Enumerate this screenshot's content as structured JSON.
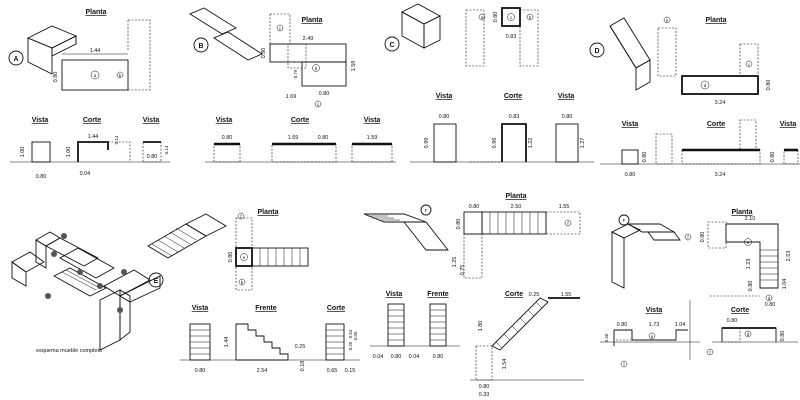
{
  "headings": {
    "planta": "Planta",
    "vista": "Vista",
    "corte": "Corte",
    "frente": "Frente"
  },
  "markers": {
    "A": "A",
    "B": "B",
    "C": "C",
    "D": "D",
    "E": "E",
    "F": "F",
    "a": "a",
    "b": "b",
    "c": "c",
    "d": "d",
    "e": "e",
    "f": "f"
  },
  "caption": "esquema mueble completo",
  "dims": {
    "A": {
      "plan_w": "1.44",
      "plan_h": "0.80",
      "vista_h": "1.00",
      "vista_w": "0.80",
      "corte_h": "1.00",
      "corte_w": "1.44",
      "corte_t": "0.14",
      "corte_b": "0.04",
      "vista2_w": "0.80",
      "vista2_h": "0.14"
    },
    "B": {
      "plan_w": "2.49",
      "plan_h": "0.80",
      "plan_h2": "1.59",
      "plan_w2": "1.69",
      "plan_d": "0.79",
      "plan_d2": "0.80",
      "vista_w": "0.80",
      "corte_w": "1.69",
      "corte_w2": "0.80",
      "vista2_w": "1.59"
    },
    "C": {
      "plan_w": "0.80",
      "plan_d": "0.83",
      "vista_w": "0.80",
      "vista_h": "0.99",
      "corte_w": "0.83",
      "corte_h": "0.96",
      "corte_h2": "1.22",
      "vista2_w": "0.80",
      "vista2_h": "1.27"
    },
    "D": {
      "plan_w": "3.24",
      "plan_h": "0.80",
      "vista_w": "0.80",
      "vista_h": "0.80",
      "corte_w": "3.24",
      "vista2_h": "0.80"
    },
    "E": {
      "plan_h": "0.80",
      "vista_w": "0.80",
      "vista_h": "1.44",
      "frente_w": "2.54",
      "frente_s": "0.25",
      "frente_b": "0.18",
      "corte_w": "0.65",
      "corte_w2": "0.15",
      "corte_h1": "0.25",
      "corte_h2": "0.54",
      "corte_h3": "0.90"
    },
    "F": {
      "plan_w1": "0.80",
      "plan_w2": "2.50",
      "plan_w3": "1.55",
      "plan_h1": "0.80",
      "plan_h2": "1.25",
      "plan_h3": "0.75",
      "v_b1": "0.04",
      "v_b2": "0.80",
      "v_b3": "0.04",
      "v_b4": "0.80",
      "corte_t": "0.25",
      "corte_w": "1.55",
      "corte_h": "1.80",
      "corte_h2": "1.54",
      "corte_b": "0.80",
      "corte_b2": "0.33"
    },
    "G": {
      "plan_w": "2.10",
      "plan_h1": "0.80",
      "plan_h2": "1.23",
      "plan_h3": "2.53",
      "plan_h4": "1.04",
      "plan_b1": "0.80",
      "plan_b2": "0.80",
      "v_w1": "0.80",
      "v_w2": "1.73",
      "v_w3": "1.04",
      "v_h": "0.40",
      "corte_w": "0.80",
      "corte_h": "0.80"
    }
  }
}
